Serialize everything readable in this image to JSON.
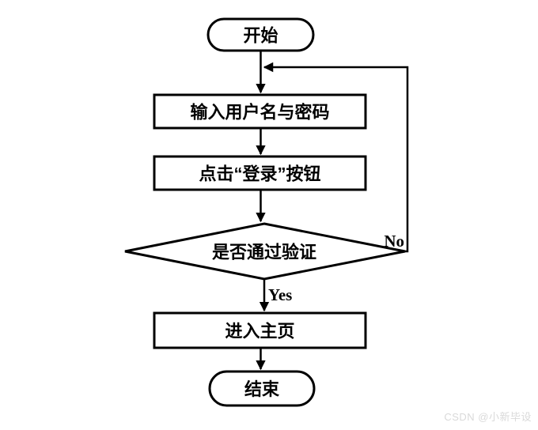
{
  "flowchart": {
    "nodes": {
      "start": {
        "label": "开始"
      },
      "input_credentials": {
        "label": "输入用户名与密码"
      },
      "click_login": {
        "label": "点击“登录”按钮"
      },
      "verify": {
        "label": "是否通过验证"
      },
      "enter_home": {
        "label": "进入主页"
      },
      "end": {
        "label": "结束"
      }
    },
    "edge_labels": {
      "yes": "Yes",
      "no": "No"
    },
    "colors": {
      "line": "#000000",
      "node_fill": "#ffffff",
      "text": "#000000",
      "watermark": "#d9d9d9"
    }
  },
  "watermark": {
    "text": "CSDN @小新毕设"
  }
}
